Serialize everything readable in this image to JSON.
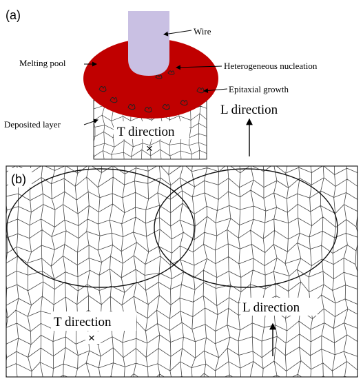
{
  "panel_a": {
    "tag": "(a)",
    "labels": {
      "wire": "Wire",
      "melting_pool": "Melting pool",
      "heterogeneous_nucleation": "Heterogeneous nucleation",
      "epitaxial_growth": "Epitaxial growth",
      "deposited_layer": "Deposited layer",
      "t_direction": "T direction",
      "l_direction": "L direction",
      "cross": "×"
    }
  },
  "panel_b": {
    "tag": "(b)",
    "labels": {
      "t_direction": "T direction",
      "l_direction": "L direction",
      "cross": "×"
    }
  },
  "colors": {
    "wire": "#c9c0e3",
    "melting_pool": "#c00000",
    "grain_line": "#444444",
    "text": "#000000"
  }
}
